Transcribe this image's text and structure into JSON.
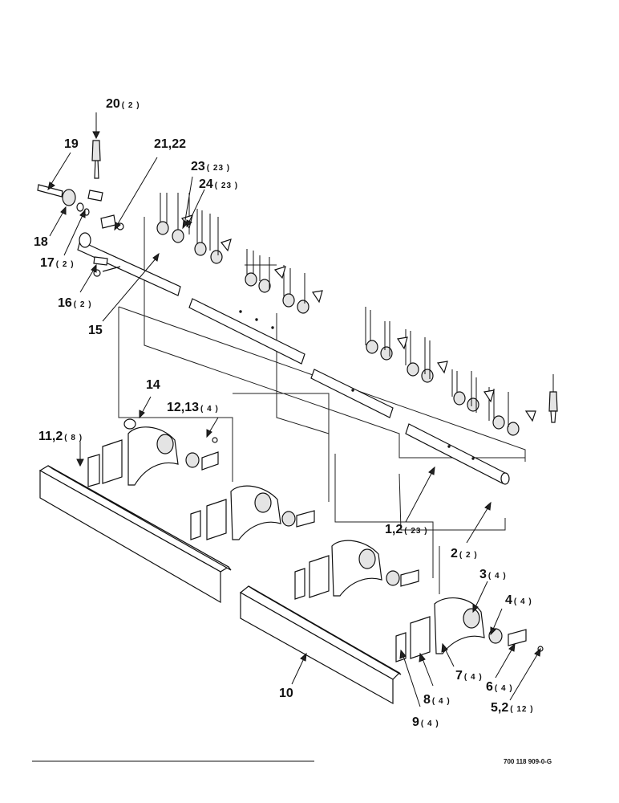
{
  "callouts": [
    {
      "id": "20",
      "qty": "( 2 )"
    },
    {
      "id": "19",
      "qty": ""
    },
    {
      "id": "21,22",
      "qty": ""
    },
    {
      "id": "23",
      "qty": "( 23 )"
    },
    {
      "id": "24",
      "qty": "( 23 )"
    },
    {
      "id": "18",
      "qty": ""
    },
    {
      "id": "17",
      "qty": "( 2 )"
    },
    {
      "id": "16",
      "qty": "( 2 )"
    },
    {
      "id": "15",
      "qty": ""
    },
    {
      "id": "14",
      "qty": ""
    },
    {
      "id": "12,13",
      "qty": "( 4 )"
    },
    {
      "id": "11,2",
      "qty": "( 8 )"
    },
    {
      "id": "1,2",
      "qty": "( 23 )"
    },
    {
      "id": "2",
      "qty": "( 2 )"
    },
    {
      "id": "3",
      "qty": "( 4 )"
    },
    {
      "id": "4",
      "qty": "( 4 )"
    },
    {
      "id": "7",
      "qty": "( 4 )"
    },
    {
      "id": "6",
      "qty": "( 4 )"
    },
    {
      "id": "8",
      "qty": "( 4 )"
    },
    {
      "id": "5,2",
      "qty": "( 12 )"
    },
    {
      "id": "9",
      "qty": "( 4 )"
    },
    {
      "id": "10",
      "qty": ""
    }
  ],
  "document_number": "700 118 909-0-G"
}
